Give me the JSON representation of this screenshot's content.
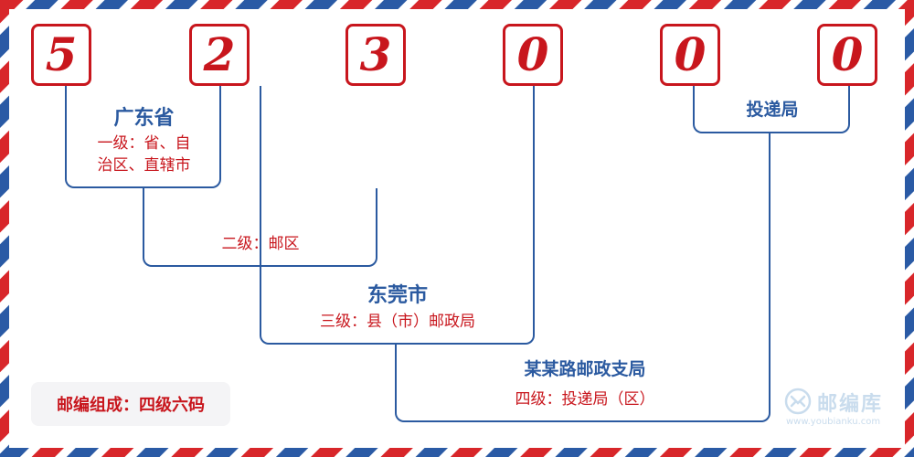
{
  "postal_code": {
    "digits": [
      "5",
      "2",
      "3",
      "0",
      "0",
      "0"
    ]
  },
  "levels": {
    "province": {
      "name": "广东省",
      "desc_line1": "一级：省、自",
      "desc_line2": "治区、直辖市"
    },
    "district": {
      "desc": "二级：邮区"
    },
    "city": {
      "name": "东莞市",
      "desc": "三级：县（市）邮政局"
    },
    "office": {
      "name": "某某路邮政支局",
      "desc": "四级：投递局（区）"
    },
    "delivery": {
      "name": "投递局"
    }
  },
  "footer": {
    "label": "邮编组成：四级六码"
  },
  "watermark": {
    "name": "邮编库",
    "url": "www.youbianku.com"
  },
  "colors": {
    "red": "#c8161d",
    "blue": "#2b5aa0",
    "airmail_red": "#d8262a",
    "airmail_blue": "#2a5aa5"
  }
}
